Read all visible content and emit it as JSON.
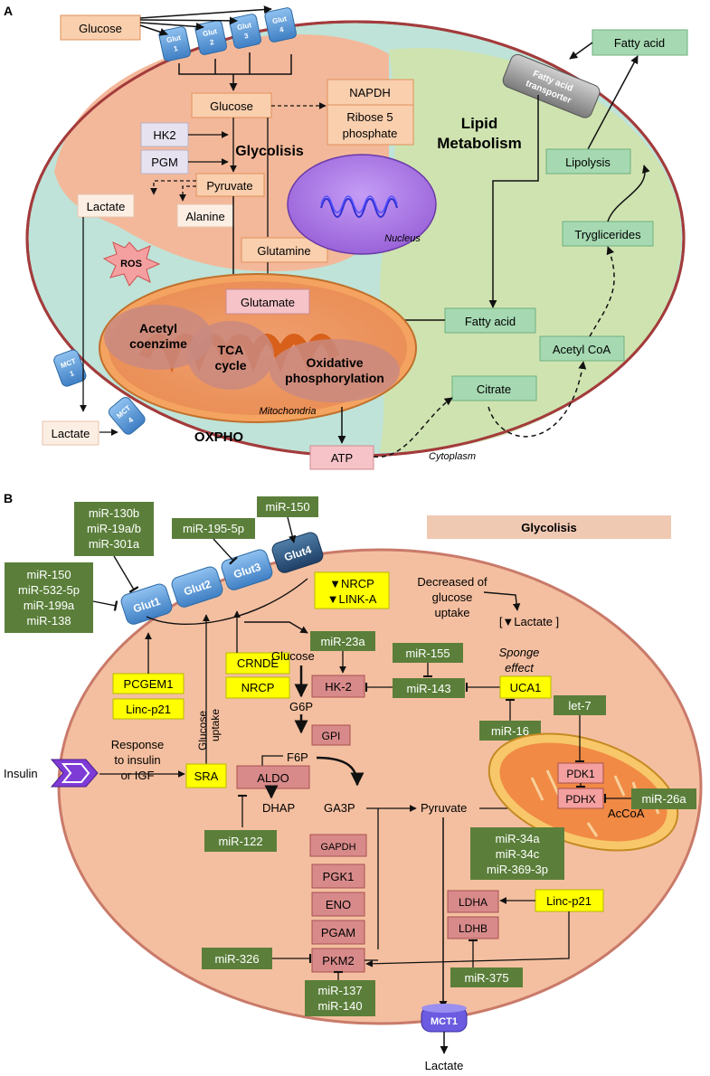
{
  "panelA": {
    "label": "A",
    "glucose_outside": "Glucose",
    "glut": [
      "Glut\n1",
      "Glut\n2",
      "Glut\n3",
      "Glut\n4"
    ],
    "glucose_inside": "Glucose",
    "napdh": "NAPDH",
    "ribose": "Ribose 5\nphosphate",
    "hk2": "HK2",
    "pgm": "PGM",
    "glycolisis": "Glycolisis",
    "pyruvate": "Pyruvate",
    "lactate_in": "Lactate",
    "alanine": "Alanine",
    "glutamine": "Glutamine",
    "glutamate": "Glutamate",
    "ros": "ROS",
    "nucleus": "Nucleus",
    "lipid_metabolism": "Lipid\nMetabolism",
    "fatty_acid_outside": "Fatty acid",
    "fatty_acid_transporter": "Fatty acid\ntransporter",
    "lipolysis": "Lipolysis",
    "tryglicerides": "Tryglicerides",
    "acetyl_coa": "Acetyl CoA",
    "fatty_acid_inside": "Fatty acid",
    "citrate": "Citrate",
    "acetyl_coenzime": "Acetyl\ncoenzime",
    "tca_cycle": "TCA\ncycle",
    "oxidative": "Oxidative\nphosphorylation",
    "mitochondria": "Mitochondria",
    "mct1": "MCT\n1",
    "mct4": "MCT\n4",
    "lactate_out": "Lactate",
    "oxpho": "OXPHO",
    "atp": "ATP",
    "cytoplasm": "Cytoplasm"
  },
  "panelB": {
    "label": "B",
    "glycolisis_banner": "Glycolisis",
    "mir_glut1_top": "miR-130b\nmiR-19a/b\nmiR-301a",
    "mir_195": "miR-195-5p",
    "mir_150_top": "miR-150",
    "mir_glut1_left": "miR-150\nmiR-532-5p\nmiR-199a\nmiR-138",
    "glut": [
      "Glut1",
      "Glut2",
      "Glut3",
      "Glut4"
    ],
    "nrcp_link": "▼NRCP\n▼LINK-A",
    "decreased": "Decreased of\nglucose\nuptake",
    "lactate_down": "[▼Lactate ]",
    "pcgem1": "PCGEM1",
    "linc_p21_left": "Linc-p21",
    "glucose_uptake": "Glucose\nuptake",
    "crnde": "CRNDE",
    "nrcp": "NRCP",
    "glucose": "Glucose",
    "mir_23a": "miR-23a",
    "mir_155": "miR-155",
    "sponge": "Sponge\neffect",
    "hk2": "HK-2",
    "mir_143": "miR-143",
    "uca1": "UCA1",
    "g6p": "G6P",
    "gpi": "GPI",
    "mir_16": "miR-16",
    "let7": "let-7",
    "f6p": "F6P",
    "insulin": "Insulin",
    "response": "Response\nto insulin\nor IGF",
    "sra": "SRA",
    "aldo": "ALDO",
    "dhap": "DHAP",
    "ga3p": "GA3P",
    "pyruvate": "Pyruvate",
    "pdk1": "PDK1",
    "pdhx": "PDHX",
    "mir_26a": "miR-26a",
    "accoa": "AcCoA",
    "mir_122": "miR-122",
    "gapdh": "GAPDH",
    "pgk1": "PGK1",
    "eno": "ENO",
    "pgam": "PGAM",
    "pkm2": "PKM2",
    "mir_34": "miR-34a\nmiR-34c\nmiR-369-3p",
    "ldha": "LDHA",
    "ldhb": "LDHB",
    "linc_p21_right": "Linc-p21",
    "mir_326": "miR-326",
    "mir_375": "miR-375",
    "mir_137": "miR-137\nmiR-140",
    "mct1": "MCT1",
    "lactate": "Lactate"
  },
  "colors": {
    "cell_border": "#a33b3b",
    "panelA_cytoplasm": "#f3b89a",
    "panelA_lipid": "#cfe3b0",
    "panelA_teal": "#bfe3d8",
    "mito_outer": "#f4a460",
    "nucleus": "#b07ee8",
    "mir_green": "#5b7f3a",
    "lnc_yellow": "#ffff00",
    "enzyme_pink": "#d88a8a",
    "panelB_cell": "#f4bfa0",
    "glut_blue": "#4f8fd0"
  }
}
